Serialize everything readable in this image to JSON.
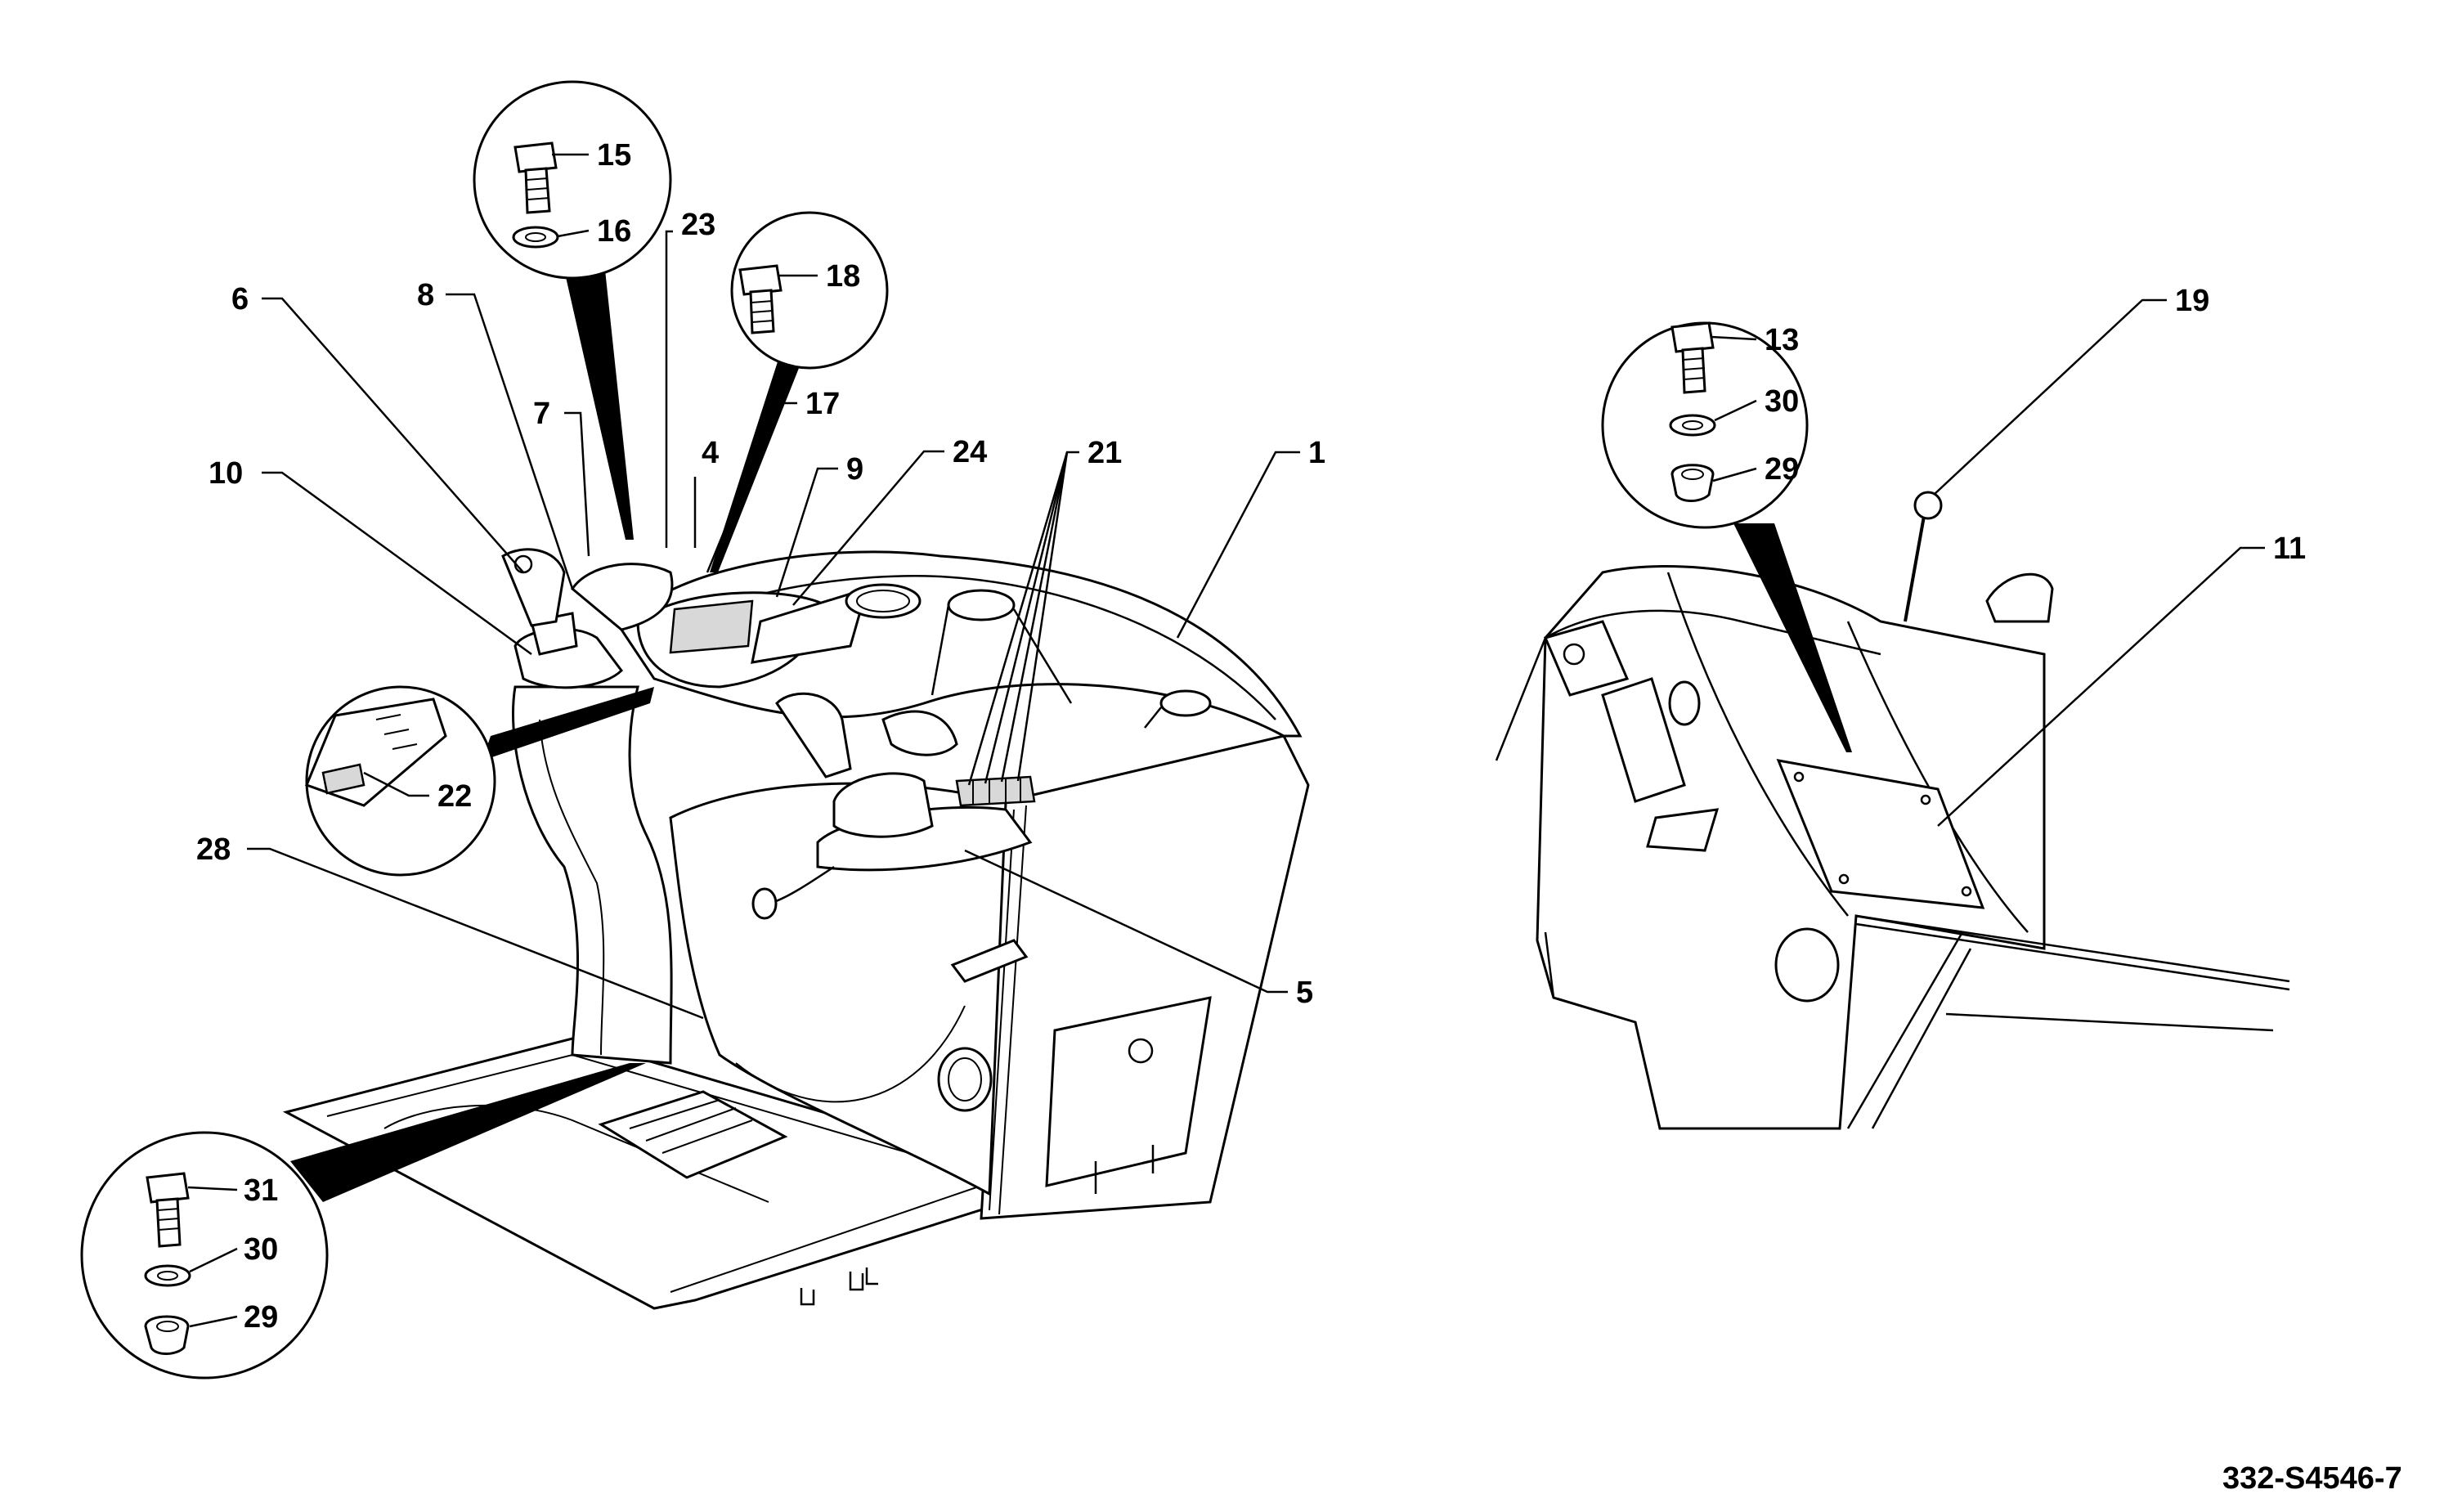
{
  "diagram": {
    "reference_code": "332-S4546-7",
    "callouts": {
      "c1": "1",
      "c4": "4",
      "c5": "5",
      "c6": "6",
      "c7": "7",
      "c8": "8",
      "c9": "9",
      "c10": "10",
      "c11": "11",
      "c13": "13",
      "c15": "15",
      "c16": "16",
      "c17": "17",
      "c18": "18",
      "c19": "19",
      "c21": "21",
      "c22": "22",
      "c23": "23",
      "c24": "24",
      "c28": "28",
      "c29a": "29",
      "c29b": "29",
      "c30a": "30",
      "c30b": "30",
      "c31": "31"
    }
  }
}
